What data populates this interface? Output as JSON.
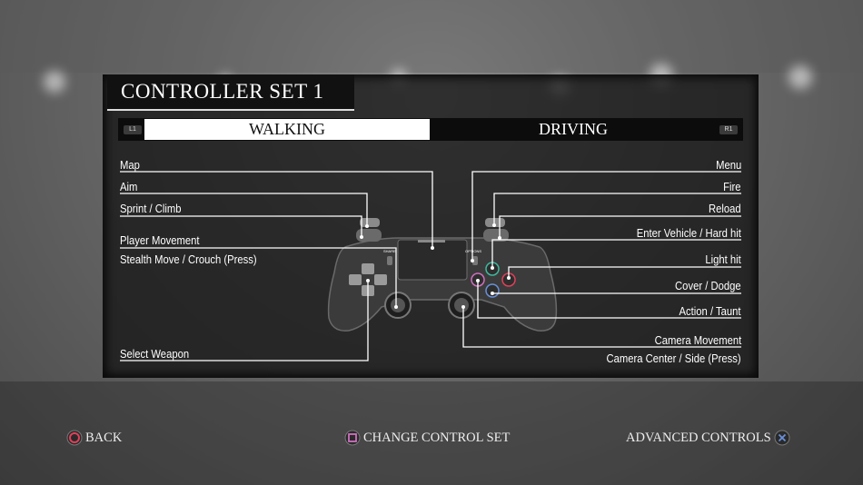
{
  "header": {
    "title": "CONTROLLER SET 1"
  },
  "tabs": {
    "walking": "WALKING",
    "driving": "DRIVING",
    "left_shoulder": "L1",
    "right_shoulder": "R1"
  },
  "left_labels": {
    "map": "Map",
    "aim": "Aim",
    "sprint": "Sprint / Climb",
    "player_movement": "Player Movement",
    "stealth_move": "Stealth Move / Crouch (Press)",
    "select_weapon": "Select Weapon"
  },
  "right_labels": {
    "menu": "Menu",
    "fire": "Fire",
    "reload": "Reload",
    "enter_vehicle": "Enter Vehicle / Hard hit",
    "light_hit": "Light hit",
    "cover_dodge": "Cover / Dodge",
    "action_taunt": "Action / Taunt",
    "camera_movement": "Camera Movement",
    "camera_center": "Camera Center / Side (Press)"
  },
  "controller": {
    "share_label": "SHARE",
    "options_label": "OPTIONS"
  },
  "footer": {
    "back": "BACK",
    "change_set": "CHANGE CONTROL SET",
    "advanced": "ADVANCED CONTROLS"
  },
  "colors": {
    "circle": "#e0405a",
    "square": "#d070c0",
    "cross": "#6a90d8",
    "triangle": "#3fb8a0"
  },
  "icons": {
    "back": "circle-button-icon",
    "change_set": "square-button-icon",
    "advanced": "cross-button-icon"
  }
}
